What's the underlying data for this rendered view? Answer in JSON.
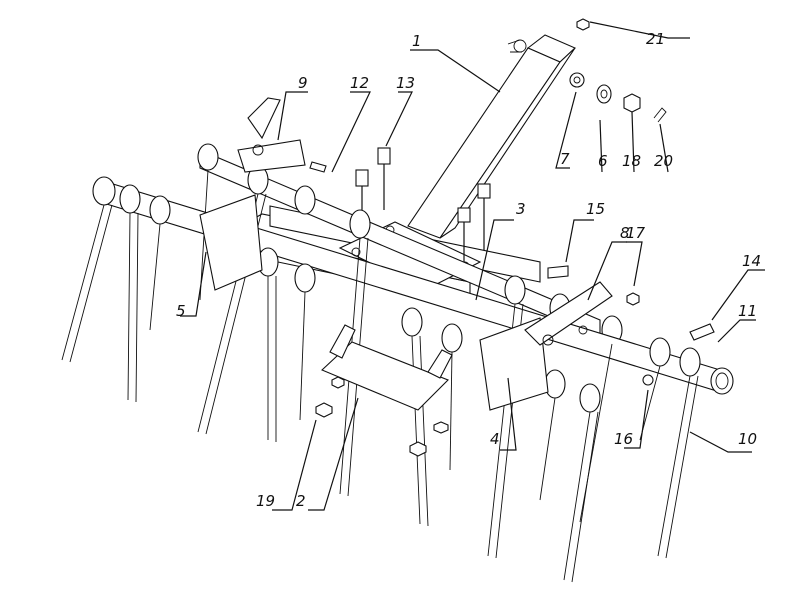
{
  "diagram": {
    "callouts": [
      {
        "id": "1",
        "label": "1"
      },
      {
        "id": "2",
        "label": "2"
      },
      {
        "id": "3",
        "label": "3"
      },
      {
        "id": "4",
        "label": "4"
      },
      {
        "id": "5",
        "label": "5"
      },
      {
        "id": "6",
        "label": "6"
      },
      {
        "id": "7",
        "label": "7"
      },
      {
        "id": "8",
        "label": "8"
      },
      {
        "id": "9",
        "label": "9"
      },
      {
        "id": "10",
        "label": "10"
      },
      {
        "id": "11",
        "label": "11"
      },
      {
        "id": "12",
        "label": "12"
      },
      {
        "id": "13",
        "label": "13"
      },
      {
        "id": "14",
        "label": "14"
      },
      {
        "id": "15",
        "label": "15"
      },
      {
        "id": "16",
        "label": "16"
      },
      {
        "id": "17",
        "label": "17"
      },
      {
        "id": "18",
        "label": "18"
      },
      {
        "id": "19",
        "label": "19"
      },
      {
        "id": "20",
        "label": "20"
      },
      {
        "id": "21",
        "label": "21"
      }
    ]
  }
}
